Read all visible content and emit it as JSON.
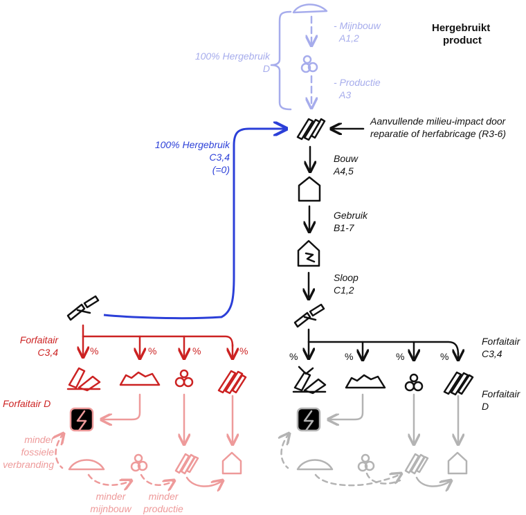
{
  "colors": {
    "black": "#111111",
    "lavender": "#a6acec",
    "blue": "#2b3fd8",
    "red": "#cc2222",
    "pink": "#ee9a9a",
    "grey": "#b3b3b3"
  },
  "title": {
    "line1": "Hergebruikt",
    "line2": "product"
  },
  "upstream": {
    "mining": {
      "line1": "- Mijnbouw",
      "line2": "A1,2"
    },
    "production": {
      "line1": "- Productie",
      "line2": "A3"
    },
    "reuse_d": {
      "line1": "100% Hergebruik",
      "line2": "D"
    }
  },
  "reuse_c34": {
    "line1": "100% Hergebruik",
    "line2": "C3,4",
    "line3": "(=0)"
  },
  "repair": {
    "line1": "Aanvullende milieu-impact door",
    "line2": "reparatie of herfabricage (R3-6)"
  },
  "stages": {
    "bouw": {
      "line1": "Bouw",
      "line2": "A4,5"
    },
    "gebruik": {
      "line1": "Gebruik",
      "line2": "B1-7"
    },
    "sloop": {
      "line1": "Sloop",
      "line2": "C1,2"
    }
  },
  "left": {
    "forfaitair_c34": {
      "line1": "Forfaitair",
      "line2": "C3,4"
    },
    "forfaitair_d": "Forfaitair D",
    "minder_fossiele": {
      "line1": "minder",
      "line2": "fossiele",
      "line3": "verbranding"
    },
    "minder_mijnbouw": {
      "line1": "minder",
      "line2": "mijnbouw"
    },
    "minder_productie": {
      "line1": "minder",
      "line2": "productie"
    }
  },
  "right": {
    "forfaitair_c34": {
      "line1": "Forfaitair",
      "line2": "C3,4"
    },
    "forfaitair_d": {
      "line1": "Forfaitair",
      "line2": "D"
    }
  },
  "percent": "%",
  "icons": [
    "mountain-icon",
    "factory-icon",
    "beams-icon",
    "house-icon",
    "damaged-house-icon",
    "broken-beam-icon",
    "rubble-icon",
    "landfill-icon",
    "recycled-icon",
    "lightning-icon"
  ]
}
